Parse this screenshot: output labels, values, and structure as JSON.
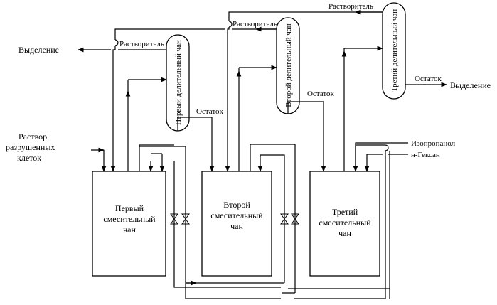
{
  "labels": {
    "feed": [
      "Раствор",
      "разрушенных",
      "клеток"
    ],
    "isolation_left": "Выделение",
    "isolation_right": "Выделение",
    "solvent_1": "Растворитель",
    "solvent_2": "Растворитель",
    "solvent_3": "Растворитель",
    "residue_1": "Остаток",
    "residue_2": "Остаток",
    "residue_3": "Остаток",
    "isopropanol": "Изопропанол",
    "hexane": "н-Гексан"
  },
  "columns": [
    {
      "label": "Первый делительный чан"
    },
    {
      "label": "Второй делительный чан"
    },
    {
      "label": "Третий делительный чан"
    }
  ],
  "tanks": [
    {
      "lines": [
        "Первый",
        "смесительный",
        "чан"
      ]
    },
    {
      "lines": [
        "Второй",
        "смесительный",
        "чан"
      ]
    },
    {
      "lines": [
        "Третий",
        "смесительный",
        "чан"
      ]
    }
  ]
}
